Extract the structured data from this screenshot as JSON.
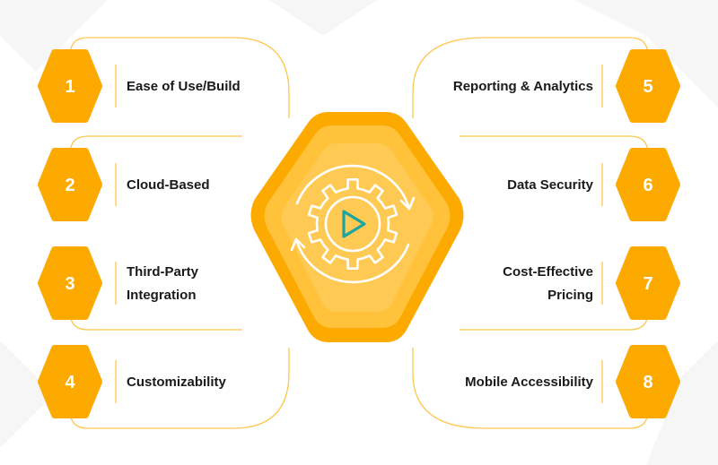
{
  "colors": {
    "accent": "#FDAA00",
    "accent_light": "#FFC23A",
    "accent_glow": "#FFD268",
    "connector": "#FCC74E",
    "teal": "#1BA5A0",
    "text": "#1a1a1a",
    "background": "#ffffff",
    "watermark": "#F5F5F5"
  },
  "center": {
    "icon": "gear-play-cycle-icon"
  },
  "items": [
    {
      "number": "1",
      "lines": [
        "Ease of Use/Build"
      ],
      "side": "left"
    },
    {
      "number": "2",
      "lines": [
        "Cloud-Based"
      ],
      "side": "left"
    },
    {
      "number": "3",
      "lines": [
        "Third-Party",
        "Integration"
      ],
      "side": "left"
    },
    {
      "number": "4",
      "lines": [
        "Customizability"
      ],
      "side": "left"
    },
    {
      "number": "5",
      "lines": [
        "Reporting & Analytics"
      ],
      "side": "right"
    },
    {
      "number": "6",
      "lines": [
        "Data Security"
      ],
      "side": "right"
    },
    {
      "number": "7",
      "lines": [
        "Cost-Effective",
        "Pricing"
      ],
      "side": "right"
    },
    {
      "number": "8",
      "lines": [
        "Mobile Accessibility"
      ],
      "side": "right"
    }
  ]
}
